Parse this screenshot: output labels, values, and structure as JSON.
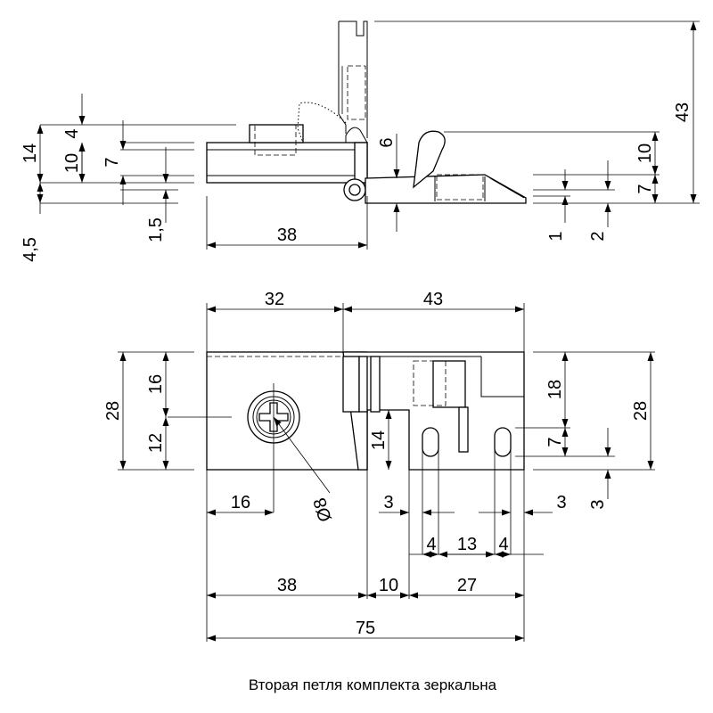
{
  "caption": "Вторая петля комплекта зеркальна",
  "side_view_dims": {
    "height_14": "14",
    "depth_4": "4",
    "height_10_left": "10",
    "height_7_left": "7",
    "offset_4_5": "4,5",
    "offset_1_5": "1,5",
    "length_38": "38",
    "height_6": "6",
    "height_43": "43",
    "height_10_right": "10",
    "height_7_right": "7",
    "offset_1": "1",
    "offset_2": "2"
  },
  "top_view_dims": {
    "width_32": "32",
    "width_43": "43",
    "height_28_left": "28",
    "height_16": "16",
    "height_12": "12",
    "diameter": "Ø8",
    "height_14": "14",
    "height_18": "18",
    "height_7": "7",
    "height_28_right": "28",
    "offset_3_right": "3",
    "width_16": "16",
    "width_3_left": "3",
    "width_3_right": "3",
    "width_4_left": "4",
    "width_13": "13",
    "width_4_right": "4",
    "width_38": "38",
    "width_10": "10",
    "width_27": "27",
    "total_75": "75"
  }
}
